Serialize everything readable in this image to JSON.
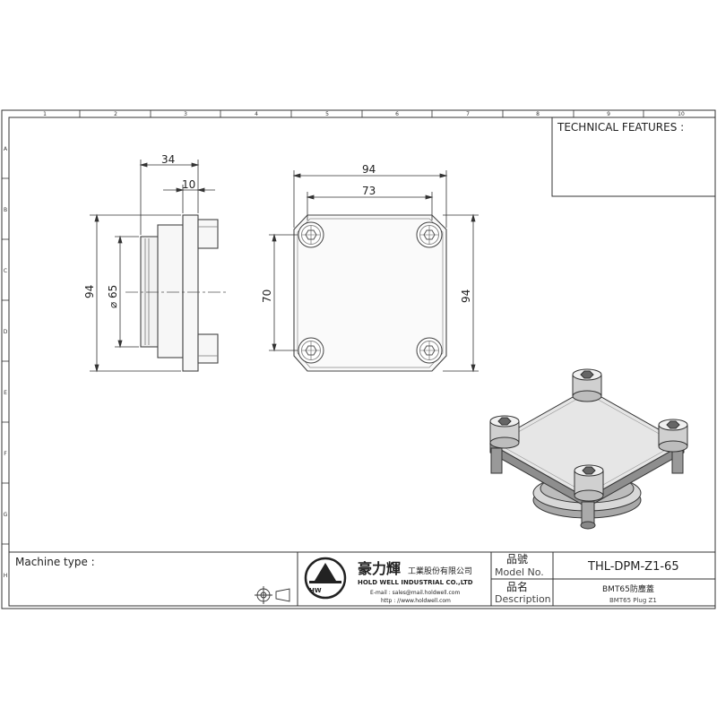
{
  "border": {
    "columns": [
      "1",
      "2",
      "3",
      "4",
      "5",
      "6",
      "7",
      "8",
      "9",
      "10"
    ],
    "rows": [
      "A",
      "B",
      "C",
      "D",
      "E",
      "F",
      "G",
      "H"
    ]
  },
  "technical_features": {
    "heading": "TECHNICAL FEATURES :"
  },
  "dimensions": {
    "side_width_34": "34",
    "side_width_10": "10",
    "side_height_94": "94",
    "side_diameter_65": "⌀ 65",
    "front_width_94": "94",
    "front_width_73": "73",
    "front_height_70": "70",
    "front_height_94": "94"
  },
  "title_block": {
    "machine_type_label": "Machine type :",
    "company_name_zh": "豪力輝",
    "company_suffix_zh": "工業股份有限公司",
    "company_name_en": "HOLD WELL INDUSTRIAL CO.,LTD",
    "email_line": "E-mail : sales@mail.holdwell.com",
    "http_line": "http : //www.holdwell.com",
    "model_no_label_zh": "品號",
    "model_no_label_en": "Model No.",
    "model_no_value": "THL-DPM-Z1-65",
    "description_label_zh": "品名",
    "description_label_en": "Description",
    "description_value_zh": "BMT65防塵蓋",
    "description_value_en": "BMT65 Plug Z1",
    "logo_text": "HW"
  },
  "colors": {
    "line": "#333333",
    "part_gray": "#9a9a9a",
    "part_fill": "#f4f4f4",
    "iso_top": "#e6e6e6",
    "iso_side": "#8e8e8e"
  }
}
